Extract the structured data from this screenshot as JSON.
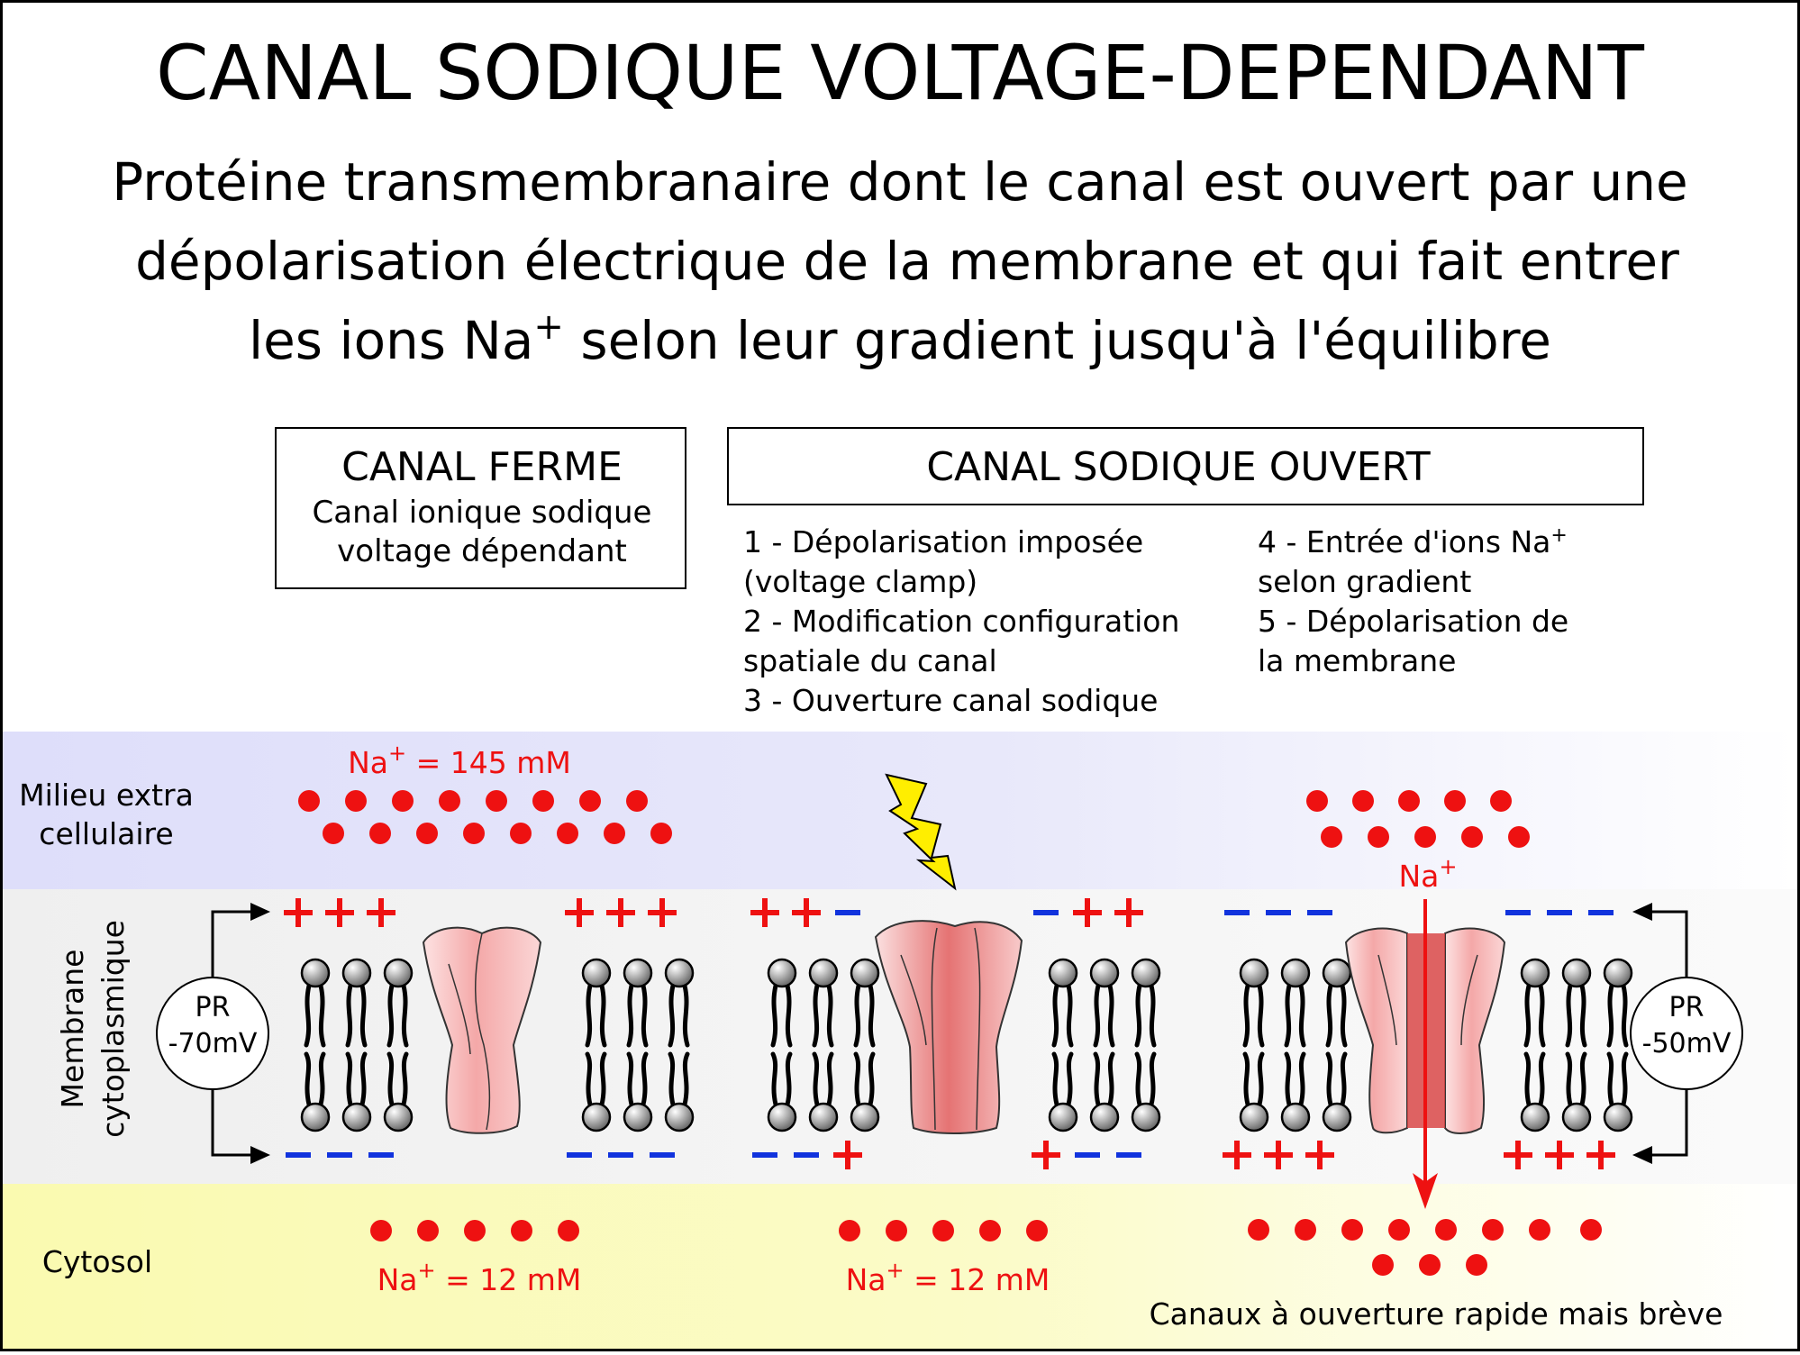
{
  "title": "CANAL SODIQUE VOLTAGE-DEPENDANT",
  "subtitle": {
    "line1": "Protéine transmembranaire dont le canal est ouvert par une",
    "line2": "dépolarisation électrique de la membrane et qui fait entrer",
    "line3_before": "les ions Na",
    "line3_sup": "+",
    "line3_after": " selon leur gradient jusqu'à l'équilibre"
  },
  "closed_box": {
    "title": "CANAL FERME",
    "line1": "Canal ionique sodique",
    "line2": "voltage dépendant"
  },
  "open_box": {
    "title": "CANAL SODIQUE OUVERT"
  },
  "steps": {
    "s1a": "1 - Dépolarisation imposée",
    "s1b": "(voltage clamp)",
    "s2a": "2 - Modification configuration",
    "s2b": "spatiale du canal",
    "s3": "3 - Ouverture canal sodique",
    "s4a_before": "4 - Entrée d'ions Na",
    "s4a_sup": "+",
    "s4b": "selon gradient",
    "s5a": "5 - Dépolarisation de",
    "s5b": "la membrane"
  },
  "zones": {
    "extracellular_line1": "Milieu extra",
    "extracellular_line2": "cellulaire",
    "membrane_line1": "Membrane",
    "membrane_line2": "cytoplasmique",
    "cytosol": "Cytosol"
  },
  "concentrations": {
    "ion": "Na",
    "sup": "+",
    "extracellular_value": " = 145 mM",
    "cytosol_value_1": " = 12 mM",
    "cytosol_value_2": " = 12 mM",
    "flux_label": "Na"
  },
  "potentials": {
    "left_label": "PR",
    "left_value": "-70mV",
    "right_label": "PR",
    "right_value": "-50mV"
  },
  "footer": "Canaux à ouverture rapide mais brève",
  "colors": {
    "extracellular": "#e0e0fa",
    "membrane": "#f2f2f2",
    "cytosol": "#fafab4",
    "ion": "#ee1111",
    "positive_charge": "#ee1111",
    "negative_charge": "#1133dd",
    "channel": "#f08080",
    "lightning": "#ffee00"
  }
}
